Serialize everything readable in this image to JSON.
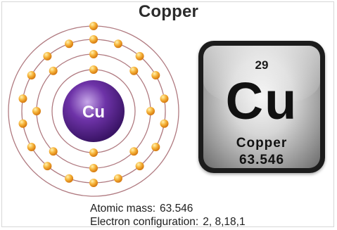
{
  "title": "Copper",
  "atom": {
    "nucleus_label": "Cu",
    "shells": [
      2,
      8,
      18,
      1
    ],
    "colors": {
      "nucleus": "#5b2a8c",
      "electron": "#f4a323",
      "orbit": "#b07a80"
    }
  },
  "element_tile": {
    "atomic_number": "29",
    "symbol": "Cu",
    "name": "Copper",
    "atomic_mass": "63.546"
  },
  "info": {
    "mass_label": "Atomic mass:",
    "mass_value": "63.546",
    "config_label": "Electron configuration:",
    "config_value": "2, 8,18,1"
  }
}
